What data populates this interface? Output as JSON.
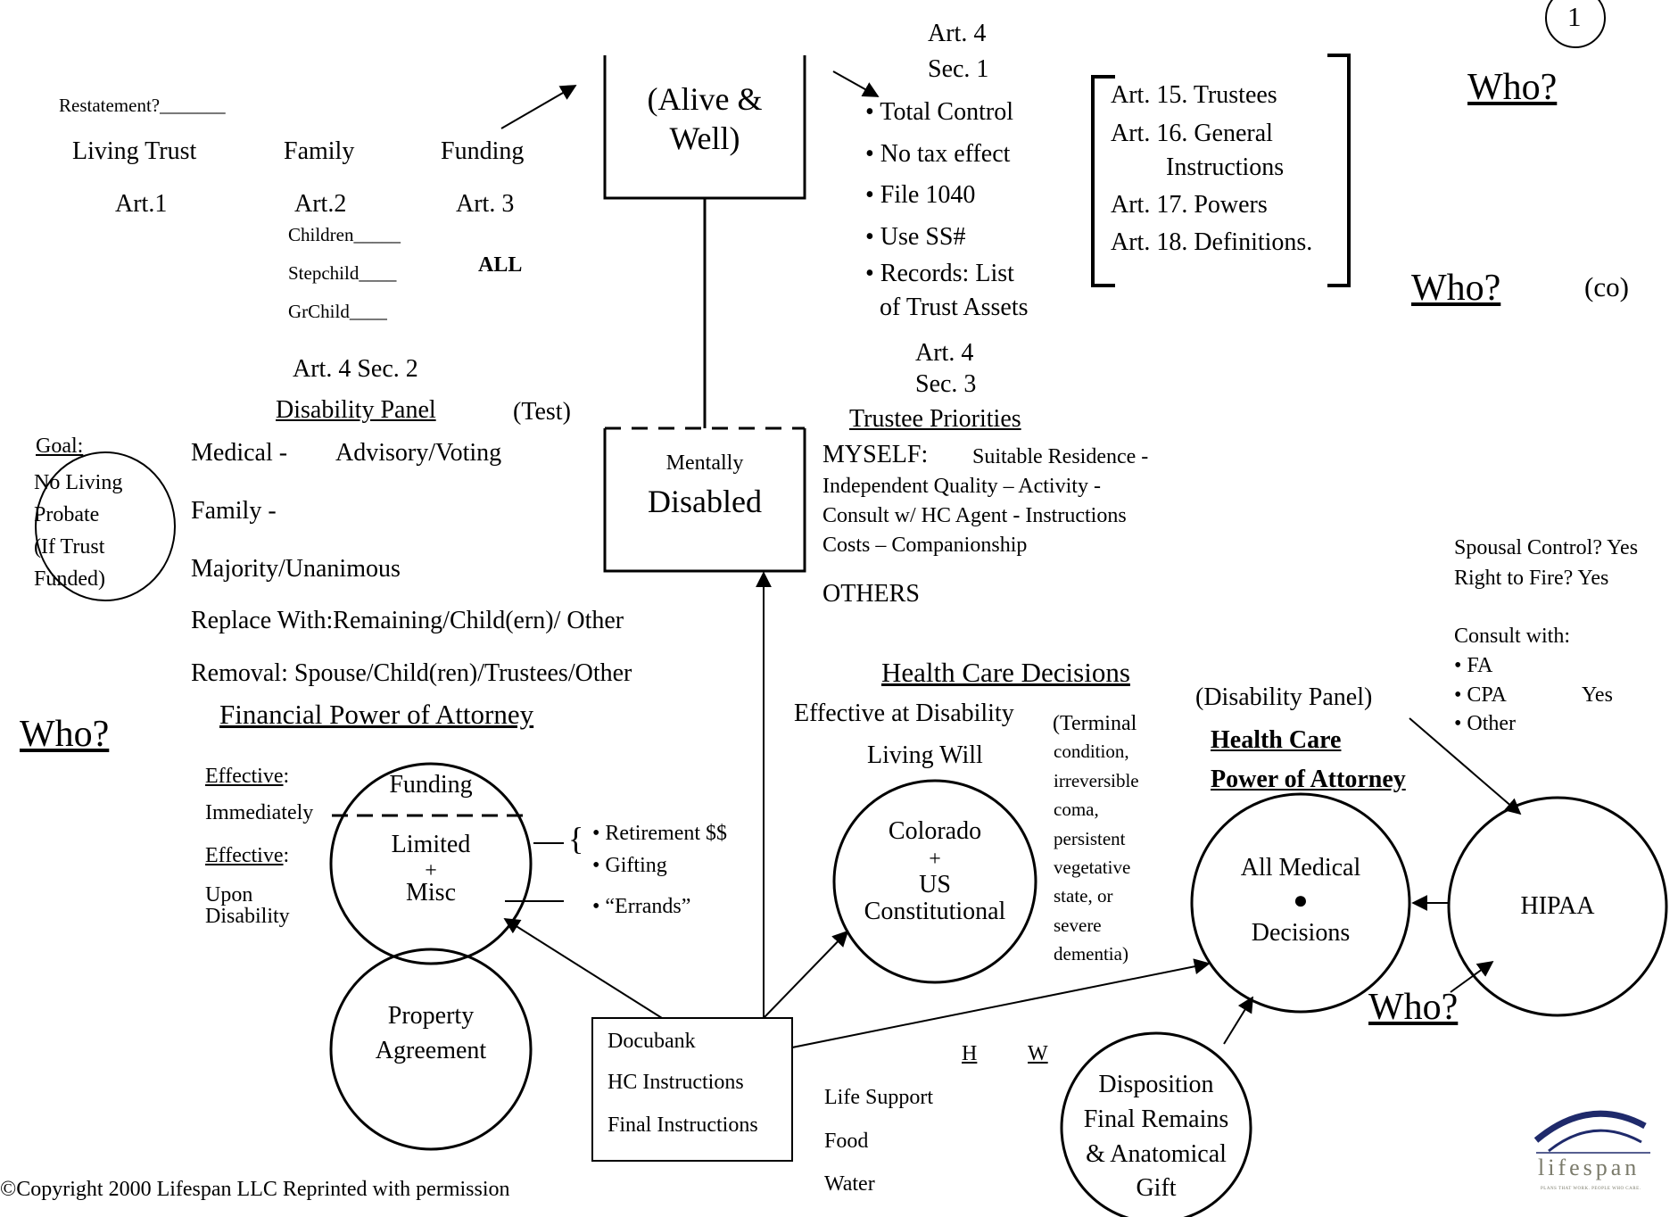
{
  "page_number": "1",
  "top_left": {
    "restatement": "Restatement?_______",
    "col1_title": "Living Trust",
    "col1_art": "Art.1",
    "col2_title": "Family",
    "col2_art": "Art.2",
    "children": "Children_____",
    "stepchild": "Stepchild____",
    "grchild": "GrChild____",
    "col3_title": "Funding",
    "col3_art": "Art. 3",
    "col3_all": "ALL"
  },
  "alive_box": {
    "line1": "(Alive &",
    "line2": "Well)"
  },
  "art4_sec1": {
    "art": "Art. 4",
    "sec": "Sec. 1",
    "items": [
      "• Total Control",
      "• No tax effect",
      "• File 1040",
      "• Use SS#",
      "• Records: List"
    ],
    "items_cont": "of Trust Assets"
  },
  "bracket_list": [
    "Art. 15. Trustees",
    "Art. 16. General",
    "Instructions",
    "Art. 17. Powers",
    "Art. 18. Definitions."
  ],
  "who_1": "Who?",
  "who_2": "Who?",
  "co": "(co)",
  "who_3": "Who?",
  "who_4": "Who?",
  "art4_sec2": {
    "heading": "Art. 4  Sec. 2",
    "panel": "Disability Panel",
    "test": "(Test)",
    "medical": "Medical -",
    "advisory": "Advisory/Voting",
    "family": "Family -",
    "majority": "Majority/Unanimous",
    "replace": "Replace With:Remaining/Child(ern)/ Other",
    "removal": "Removal: Spouse/Child(ren)/Trustees/Other"
  },
  "goal": {
    "label": "Goal:",
    "lines": [
      "No Living",
      "Probate",
      "(If Trust",
      "Funded)"
    ]
  },
  "disabled_box": {
    "line1": "Mentally",
    "line2": "Disabled"
  },
  "art4_sec3": {
    "art": "Art. 4",
    "sec": "Sec. 3",
    "title": "Trustee Priorities",
    "myself": "MYSELF:",
    "line1": "Suitable Residence -",
    "line2": "Independent  Quality – Activity -",
    "line3": "Consult w/ HC Agent - Instructions",
    "line4": "Costs – Companionship",
    "others": "OTHERS"
  },
  "spousal": {
    "q1": "Spousal Control?   Yes",
    "q2": "Right to Fire?    Yes",
    "consult": "Consult with:",
    "fa": "• FA",
    "cpa": "• CPA",
    "cpa_ans": "Yes",
    "other": "• Other"
  },
  "fpoa": {
    "title": "Financial Power of Attorney",
    "eff1_label": "Effective",
    "eff1_colon": ":",
    "eff1_val": "Immediately",
    "eff2_label": "Effective",
    "eff2_colon": ":",
    "eff2_val1": "Upon",
    "eff2_val2": "Disability",
    "circle_top": "Funding",
    "circle_mid": "Limited",
    "circle_plus": "+",
    "circle_bot": "Misc",
    "brace": "{",
    "bullet1": "• Retirement $$",
    "bullet2": "• Gifting",
    "bullet3": "• “Errands”"
  },
  "property": {
    "line1": "Property",
    "line2": "Agreement"
  },
  "docubank": {
    "line1": "Docubank",
    "line2": "HC Instructions",
    "line3": "Final Instructions"
  },
  "hcd": {
    "title": "Health Care Decisions",
    "effective": "Effective at Disability",
    "living_will": "Living Will",
    "terminal": [
      "(Terminal",
      "condition,",
      "irreversible",
      "coma,",
      "persistent",
      "vegetative",
      "state, or",
      "severe",
      "dementia)"
    ],
    "colorado": "Colorado",
    "plus": "+",
    "us": "US",
    "constitutional": "Constitutional"
  },
  "hcpoa": {
    "panel": "(Disability Panel)",
    "title1": "Health Care",
    "title2": "Power of Attorney",
    "all_medical": "All Medical",
    "dot": "●",
    "decisions": "Decisions",
    "hipaa": "HIPAA"
  },
  "life_support": {
    "h": "H",
    "w": "W",
    "items": [
      "Life Support",
      "Food",
      "Water"
    ]
  },
  "disposition": {
    "line1": "Disposition",
    "line2": "Final Remains",
    "line3": "& Anatomical",
    "line4": "Gift"
  },
  "copyright": "©Copyright 2000 Lifespan LLC Reprinted with permission",
  "logo": {
    "name": "lifespan",
    "tagline": "PLANS THAT WORK. PEOPLE WHO CARE."
  }
}
